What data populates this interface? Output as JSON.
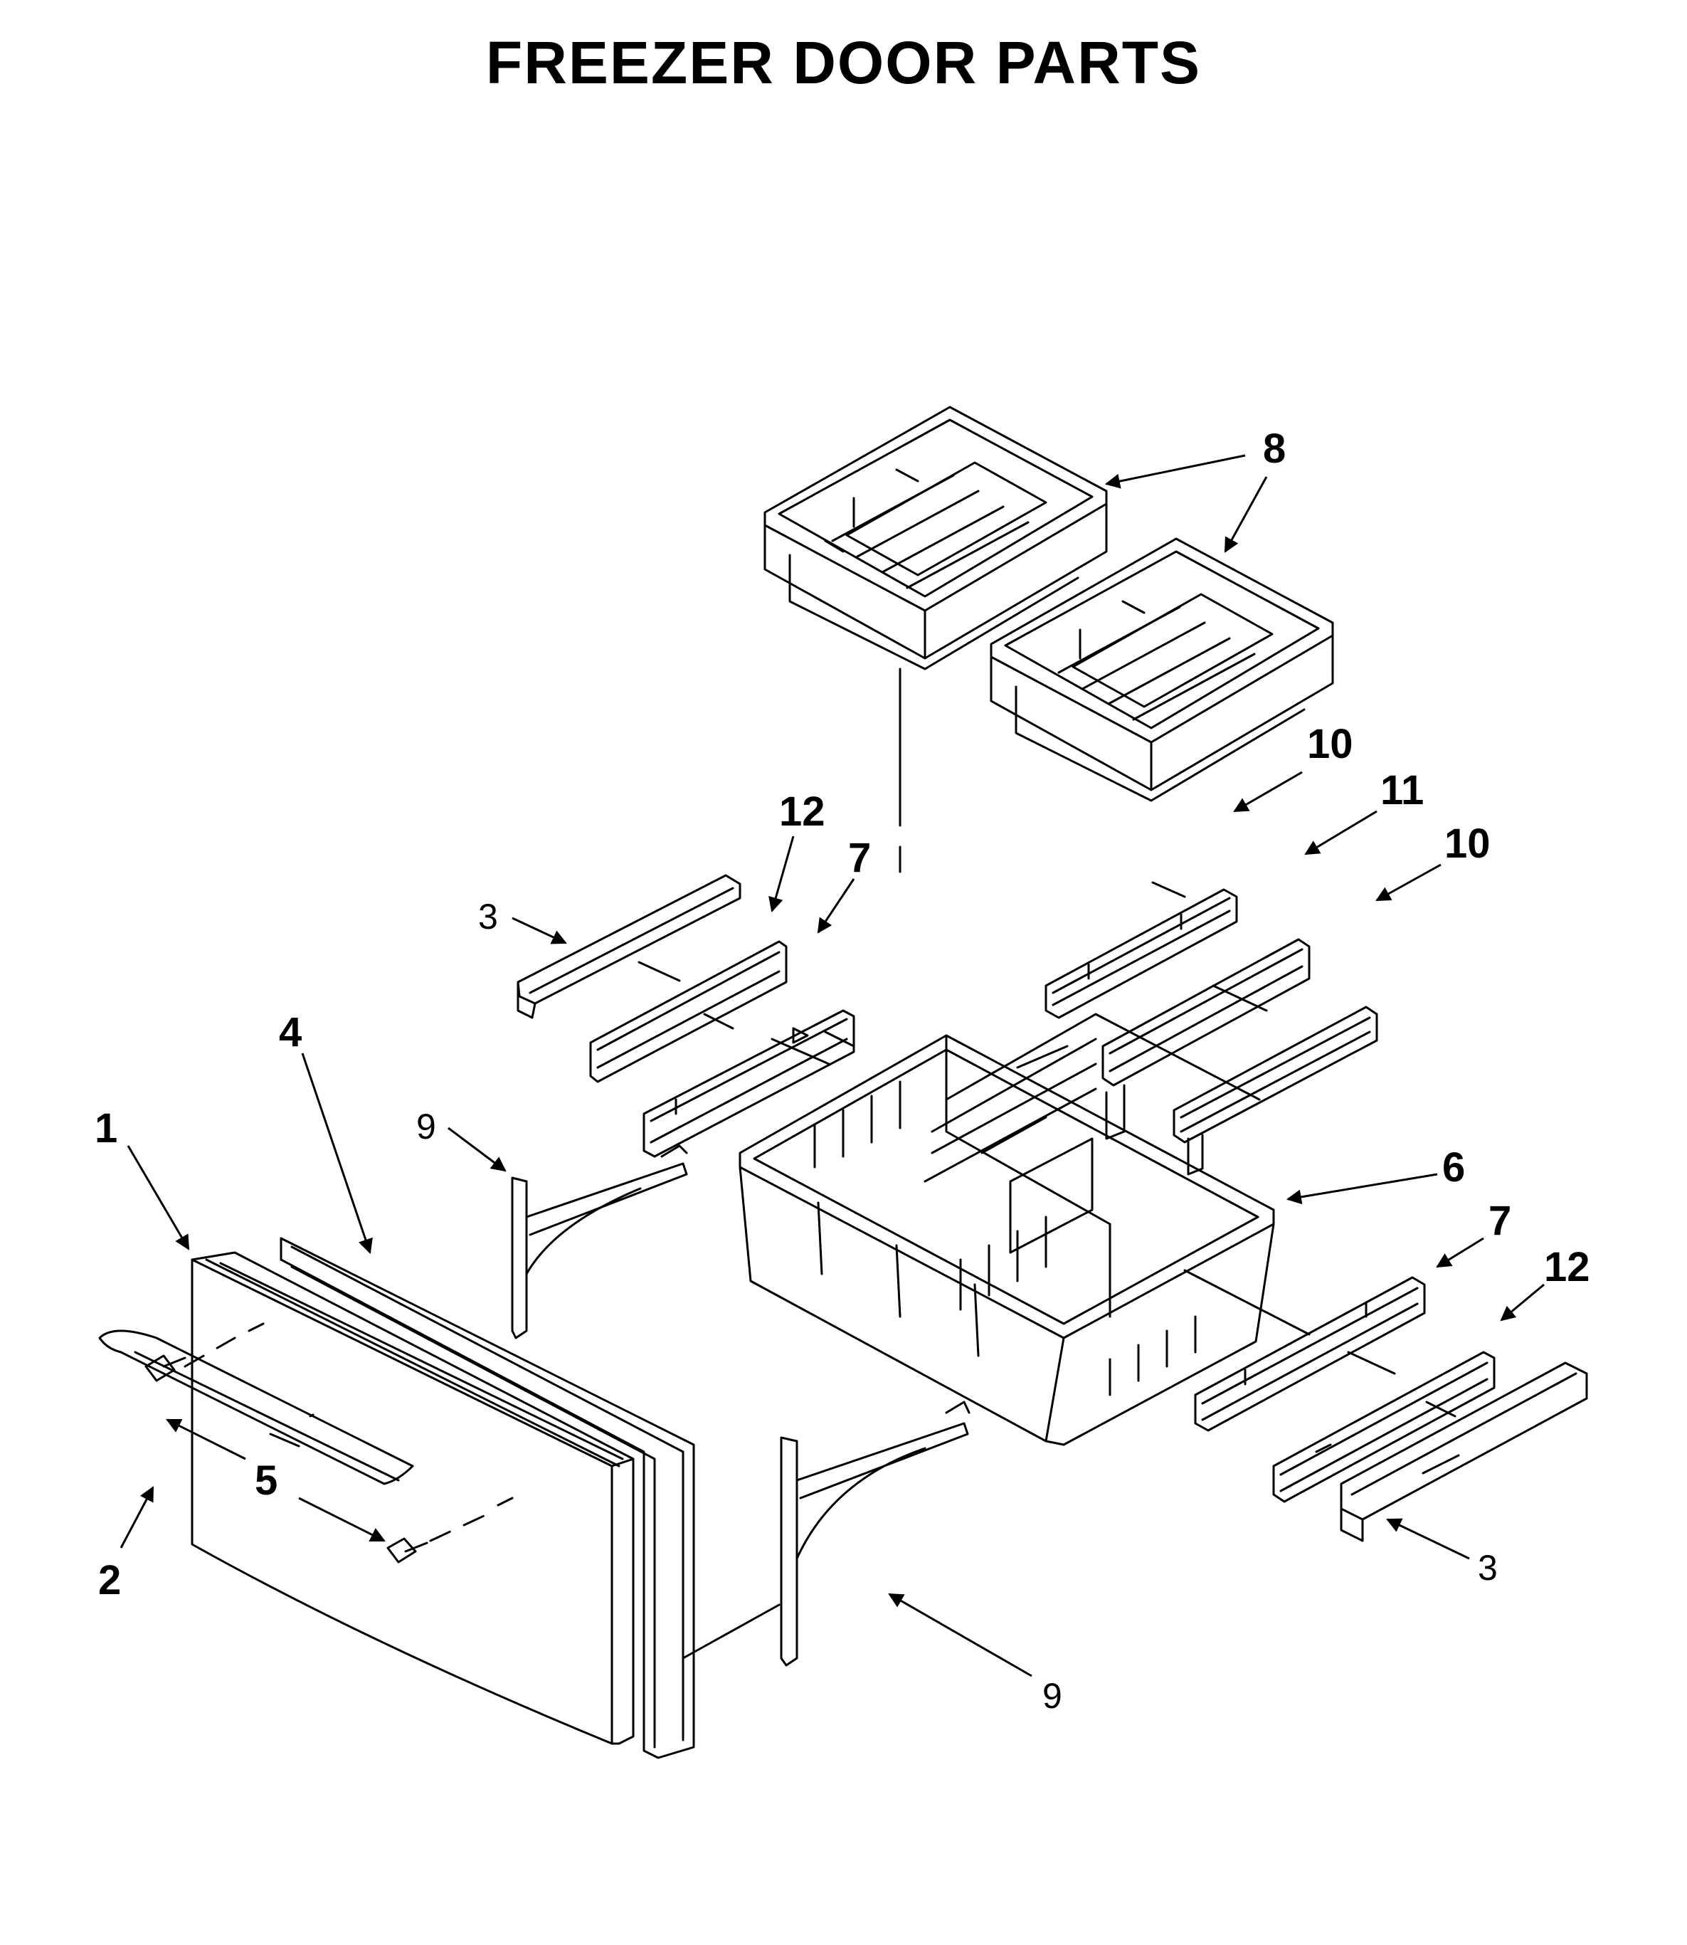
{
  "title": "FREEZER DOOR PARTS",
  "callouts": {
    "c1": "1",
    "c2": "2",
    "c3a": "3",
    "c3b": "3",
    "c4": "4",
    "c5": "5",
    "c6": "6",
    "c7a": "7",
    "c7b": "7",
    "c8": "8",
    "c9a": "9",
    "c9b": "9",
    "c10a": "10",
    "c10b": "10",
    "c11": "11",
    "c12a": "12",
    "c12b": "12"
  },
  "colors": {
    "ink": "#000000",
    "paper": "#ffffff"
  }
}
